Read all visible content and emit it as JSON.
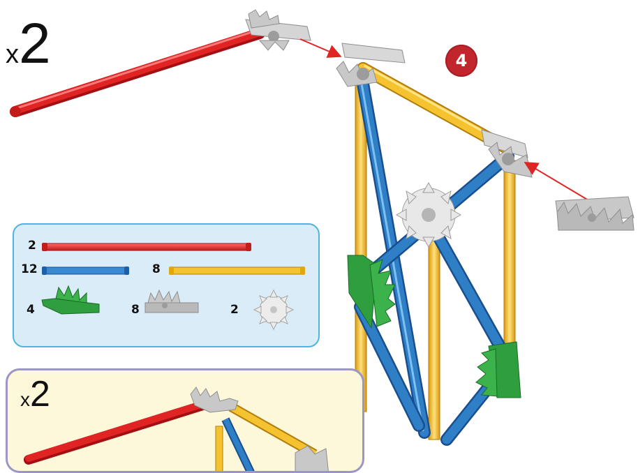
{
  "multiplier": {
    "x": "x",
    "count": "2"
  },
  "step": {
    "number": "4"
  },
  "parts": [
    {
      "qty": "2",
      "part": "red-rod",
      "color": "#e02424"
    },
    {
      "qty": "12",
      "part": "blue-rod",
      "color": "#2f7fc7"
    },
    {
      "qty": "8",
      "part": "yellow-rod",
      "color": "#f6c330"
    },
    {
      "qty": "4",
      "part": "green-connector",
      "color": "#2e9e3e"
    },
    {
      "qty": "8",
      "part": "gray-connector",
      "color": "#b5b5b5"
    },
    {
      "qty": "2",
      "part": "white-connector",
      "color": "#e6e6e6"
    }
  ],
  "preview": {
    "x": "x",
    "count": "2"
  },
  "colors": {
    "red": "#e02424",
    "blue": "#2f7fc7",
    "yellow": "#f6c330",
    "green": "#2e9e3e",
    "gray": "#b5b5b5",
    "arrow": "#e02424",
    "badge": "#c0262c"
  }
}
